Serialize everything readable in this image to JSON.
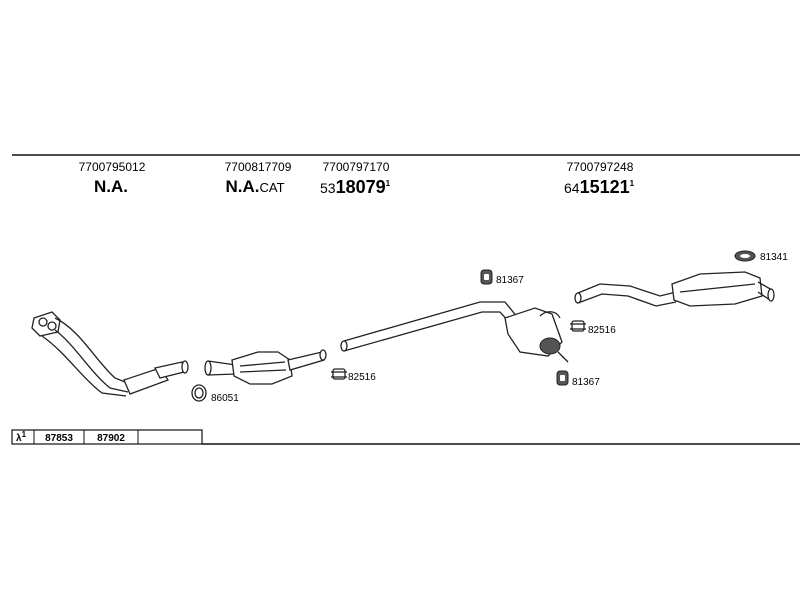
{
  "oem_numbers": [
    "7700795012",
    "7700817709",
    "7700797170",
    "7700797248"
  ],
  "part_labels": {
    "front_pipe": "N.A.",
    "catalyst_main": "N.A.",
    "catalyst_suffix": "CAT",
    "middle_prefix": "53",
    "middle_main": "18079",
    "middle_sup": "1",
    "rear_prefix": "64",
    "rear_main": "15121",
    "rear_sup": "1"
  },
  "fitting_labels": {
    "gasket_front": "86051",
    "clamp_front": "82516",
    "hanger_upper": "81367",
    "clamp_middle": "82516",
    "hanger_lower": "81367",
    "ring_rear": "81341"
  },
  "lambda_table": {
    "symbol": "λ",
    "sup": "1",
    "values": [
      "87853",
      "87902",
      ""
    ]
  }
}
